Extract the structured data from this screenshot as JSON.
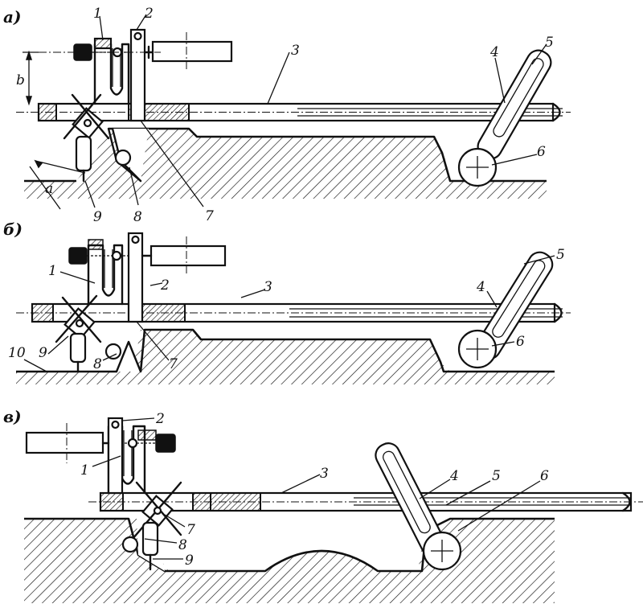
{
  "panels": [
    {
      "id": "a",
      "label": "а)",
      "parts": [
        {
          "num": "1"
        },
        {
          "num": "2"
        },
        {
          "num": "3"
        },
        {
          "num": "4"
        },
        {
          "num": "5"
        },
        {
          "num": "6"
        },
        {
          "num": "7"
        },
        {
          "num": "8"
        },
        {
          "num": "9"
        }
      ],
      "dimensions": [
        {
          "letter": "b"
        },
        {
          "letter": "a"
        }
      ]
    },
    {
      "id": "b",
      "label": "б)",
      "parts": [
        {
          "num": "1"
        },
        {
          "num": "2"
        },
        {
          "num": "3"
        },
        {
          "num": "4"
        },
        {
          "num": "5"
        },
        {
          "num": "6"
        },
        {
          "num": "7"
        },
        {
          "num": "8"
        },
        {
          "num": "9"
        },
        {
          "num": "10"
        }
      ]
    },
    {
      "id": "c",
      "label": "в)",
      "parts": [
        {
          "num": "1"
        },
        {
          "num": "2"
        },
        {
          "num": "3"
        },
        {
          "num": "4"
        },
        {
          "num": "5"
        },
        {
          "num": "6"
        },
        {
          "num": "7"
        },
        {
          "num": "8"
        },
        {
          "num": "9"
        }
      ]
    }
  ]
}
